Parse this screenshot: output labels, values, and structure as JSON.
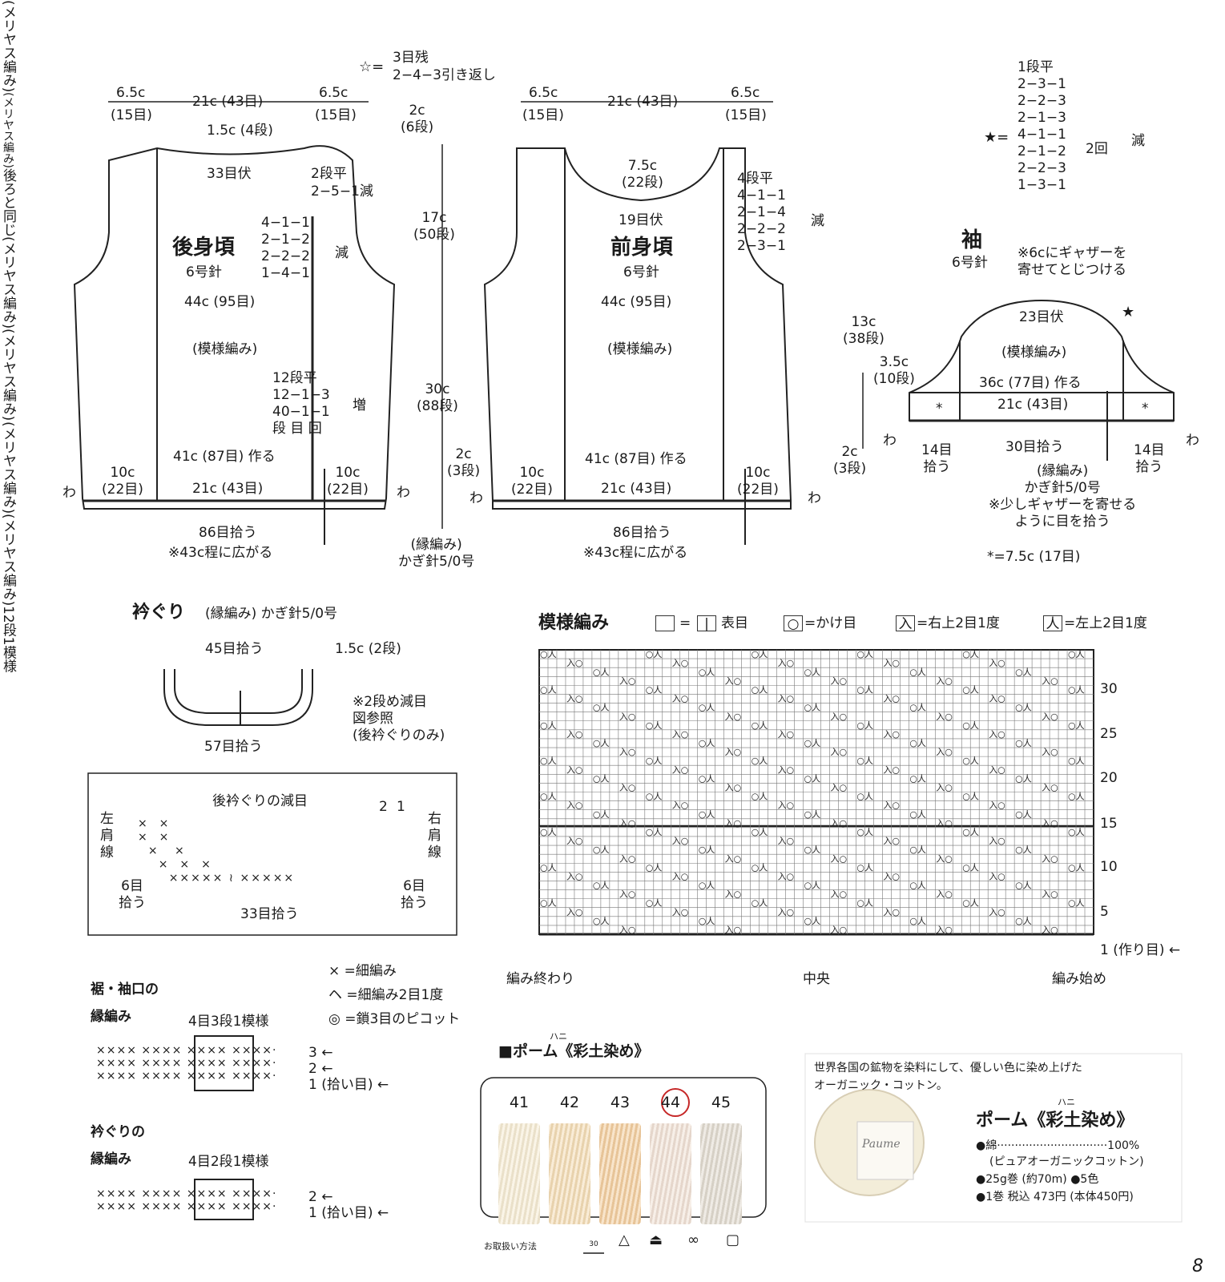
{
  "header": {
    "star_note_l1": "3目残",
    "star_note_l2": "2−4−3引き返し"
  },
  "back": {
    "dims": [
      "6.5c",
      "(15目)",
      "21c (43目)",
      "6.5c",
      "(15目)"
    ],
    "neck": "1.5c (4段)",
    "bind_off": "33目伏",
    "shoulder_l1": "2段平",
    "shoulder_l2": "2−5−1減",
    "title": "後身頃",
    "needle": "6号針",
    "armhole": "4−1−1\n2−1−2\n2−2−2\n1−4−1",
    "armhole_dec": "減",
    "bust": "44c (95目)",
    "pattern": "(模様編み)",
    "stockinette": "(メリヤス編み)",
    "inc_text": "12段平\n12−1−3\n40−1−1\n段 目 回",
    "inc": "増",
    "cast_on": "41c (87目) 作る",
    "bottom_l": "10c\n(22目)",
    "bottom_c": "21c (43目)",
    "bottom_r": "10c\n(22目)",
    "wa": "わ",
    "pickup": "86目拾う",
    "spread": "※43c程に広がる"
  },
  "mid": {
    "h1": "2c\n(6段)",
    "h2": "17c\n(50段)",
    "h3": "30c\n(88段)",
    "h4": "2c\n(3段)",
    "same": "後ろと同じ",
    "edging": "(縁編み)\nかぎ針5/0号"
  },
  "front": {
    "dims": [
      "6.5c",
      "(15目)",
      "21c (43目)",
      "6.5c",
      "(15目)"
    ],
    "neck": "7.5c\n(22段)",
    "bind_off": "19目伏",
    "shoulder": "4段平\n4−1−1\n2−1−4\n2−2−2\n2−3−1",
    "dec": "減",
    "title": "前身頃",
    "needle": "6号針",
    "bust": "44c (95目)",
    "pattern": "(模様編み)",
    "stockinette": "(メリヤス編み)",
    "cast_on": "41c (87目) 作る",
    "bottom_l": "10c\n(22目)",
    "bottom_c": "21c (43目)",
    "bottom_r": "10c\n(22目)",
    "wa": "わ",
    "pickup": "86目拾う",
    "spread": "※43c程に広がる"
  },
  "sleeve": {
    "star_table": "1段平\n2−3−1\n2−2−3\n2−1−3\n4−1−1\n2−1−2\n2−2−3\n1−3−1",
    "star": "★=",
    "times": "2回",
    "dec": "減",
    "title": "袖",
    "needle": "6号針",
    "gather_note": "※6cにギャザーを\n寄せてとじつける",
    "stockinette": "(メリヤス編み)",
    "bind_off": "23目伏",
    "pattern": "(模様編み)",
    "h1": "13c\n(38段)",
    "h2": "3.5c\n(10段)",
    "h3": "2c\n(3段)",
    "cast_on": "36c (77目) 作る",
    "width": "21c (43目)",
    "side_pick": "14目\n拾う",
    "pick30": "30目拾う",
    "edging": "(縁編み)\nかぎ針5/0号\n※少しギャザーを寄せる\nように目を拾う",
    "asterisk": "*=7.5c (17目)",
    "wa": "わ"
  },
  "neckband": {
    "title": "衿ぐり",
    "sub": "(縁編み) かぎ針5/0号",
    "pick45": "45目拾う",
    "rows": "1.5c (2段)",
    "note": "※2段め減目\n図参照\n(後衿ぐりのみ)",
    "pick57": "57目拾う"
  },
  "back_neck_dec": {
    "title": "後衿ぐりの減目",
    "row_labels": [
      "2",
      "1"
    ],
    "left": "左\n肩\n線",
    "right": "右\n肩\n線",
    "pick6l": "6目\n拾う",
    "pick6r": "6目\n拾う",
    "pick33": "33目拾う"
  },
  "legend": {
    "x": "× =細編み",
    "dec": "ヘ =細編み2目1度",
    "picot": "◎ =鎖3目のピコット"
  },
  "hem_edging": {
    "title": "裾・袖口の\n縁編み",
    "repeat": "4目3段1模様",
    "rows": [
      "3 ←",
      "2 ←",
      "1 (拾い目) ←"
    ]
  },
  "neck_edging": {
    "title": "衿ぐりの\n縁編み",
    "repeat": "4目2段1模様",
    "rows": [
      "2 ←",
      "1 (拾い目) ←"
    ]
  },
  "chart": {
    "title": "模様編み",
    "key1": "=",
    "key1b": "表目",
    "key2": "=かけ目",
    "key3": "=右上2目1度",
    "key4": "=左上2目1度",
    "row_numbers": [
      "30",
      "25",
      "20",
      "15",
      "10",
      "5"
    ],
    "first_row": "1 (作り目) ←",
    "repeat_label": "12段1模様",
    "end": "編み終わり",
    "center": "中央",
    "start": "編み始め"
  },
  "yarn": {
    "title": "■ポーム《彩土染め》",
    "ruby": "ハニ",
    "colors": [
      {
        "num": "41",
        "hex": "#f6ecd4"
      },
      {
        "num": "42",
        "hex": "#f4ddb6"
      },
      {
        "num": "43",
        "hex": "#f3cfa0"
      },
      {
        "num": "44",
        "hex": "#f1e2d6"
      },
      {
        "num": "45",
        "hex": "#e2dbd0"
      }
    ],
    "care_label": "お取扱い方法",
    "care_temp": "30"
  },
  "product": {
    "desc": "世界各国の鉱物を染料にして、優しい色に染め上げた\nオーガニック・コットン。",
    "ruby": "ハニ",
    "name": "ポーム《彩土染め》",
    "spec1": "●綿·······························100%",
    "spec2": "(ピュアオーガニックコットン)",
    "spec3": "●25g巻 (約70m)    ●5色",
    "spec4": "●1巻 税込 473円 (本体450円)",
    "label_text": "Paume"
  },
  "page_number": "8"
}
